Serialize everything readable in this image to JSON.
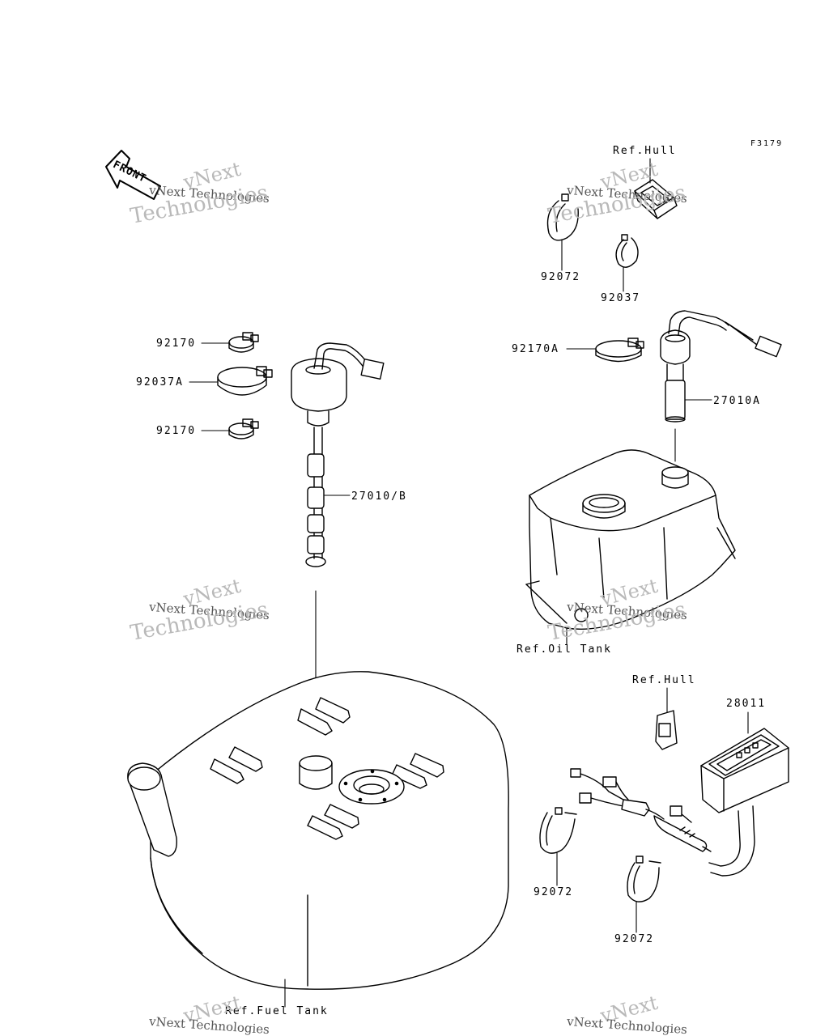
{
  "figure_code": "F3179",
  "front_marker": "FRONT",
  "watermark": {
    "line1": "vNext",
    "line2": "vNext Technologies",
    "line3": "Technologies"
  },
  "parts": {
    "p92170_top": "92170",
    "p92037A": "92037A",
    "p92170_bottom": "92170",
    "p27010B": "27010/B",
    "p92170A": "92170A",
    "p27010A": "27010A",
    "p92072_top": "92072",
    "p92037": "92037",
    "p28011": "28011",
    "p92072_left": "92072",
    "p92072_right": "92072"
  },
  "refs": {
    "hull_top": "Ref.Hull",
    "hull_bottom": "Ref.Hull",
    "oil_tank": "Ref.Oil Tank",
    "fuel_tank": "Ref.Fuel Tank"
  }
}
